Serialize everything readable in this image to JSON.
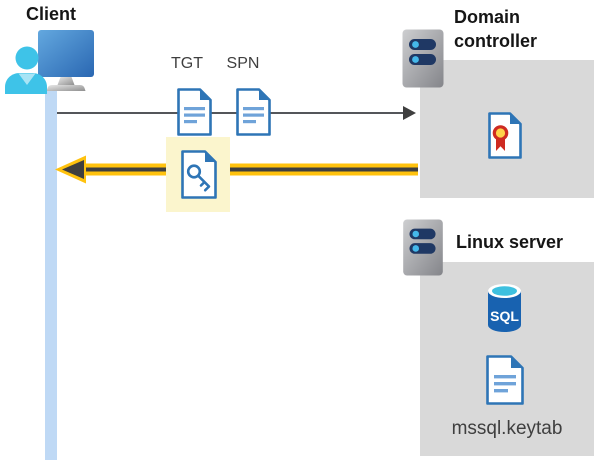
{
  "client": {
    "label": "Client"
  },
  "flow": {
    "tgt_label": "TGT",
    "spn_label": "SPN"
  },
  "domain_controller": {
    "label": "Domain controller"
  },
  "linux_server": {
    "label": "Linux server",
    "sql_label": "SQL",
    "keytab_label": "mssql.keytab"
  },
  "icons": {
    "client": [
      "monitor-icon",
      "user-icon"
    ],
    "tickets": [
      "tgt-document-icon",
      "spn-document-icon",
      "key-document-icon"
    ],
    "domain_controller": [
      "server-icon",
      "certificate-icon"
    ],
    "linux_server": [
      "server-icon",
      "sql-database-icon",
      "keytab-document-icon"
    ],
    "arrows": [
      "request-arrow-right",
      "response-arrow-left"
    ]
  },
  "colors": {
    "accent_yellow": "#FFC20E",
    "highlight_yellow": "#FBF5CD",
    "panel_gray": "#D9D9D9",
    "bar_blue": "#BFD9F5",
    "doc_blue": "#2E75B6",
    "doc_line_blue": "#6FA3D9",
    "arrow_line_gray": "#54565A",
    "arrow_dark": "#3F3F3F",
    "server_navy": "#1F3864",
    "server_dot": "#45B8EA",
    "sql_blue": "#1862B0",
    "sql_cyan": "#3EC0DF",
    "person_cyan": "#3EC3E8",
    "person_light": "#A8E4F5",
    "cert_red": "#CE2A21",
    "cert_gold": "#FFD24A",
    "text_dark": "#161616",
    "text_gray": "#3F3F3F"
  }
}
